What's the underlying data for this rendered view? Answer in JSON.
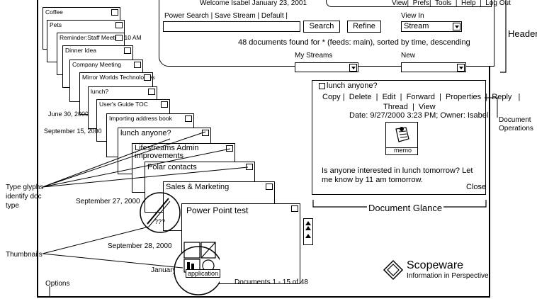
{
  "header": {
    "welcome": "Welcome Isabel   January 23, 2001",
    "top_links": "View|  Prefs|  Tools  |  Help  |  Log Out",
    "search_links": "Power Search | Save Stream | Default |",
    "search_button": "Search",
    "refine_button": "Refine",
    "view_in_label": "View In",
    "view_in_value": "Stream",
    "result_text": "48 documents found for * (feeds: main), sorted by time, descending",
    "my_streams_label": "My Streams",
    "new_label": "New"
  },
  "stack_cards": [
    {
      "title": "Coffee"
    },
    {
      "title": "Pets"
    },
    {
      "title": "Reminder:Staff Meeting 10 AM"
    },
    {
      "title": "Dinner Idea"
    },
    {
      "title": "Company Meeting"
    },
    {
      "title": "Mirror Worlds Technologies"
    },
    {
      "title": "lunch?"
    },
    {
      "title": "User's Guide TOC"
    },
    {
      "title": "Importing address book"
    },
    {
      "title": "lunch anyone?"
    },
    {
      "title": "Lifestreams Admin improvements"
    },
    {
      "title": "Polar contacts"
    },
    {
      "title": "Sales & Marketing"
    },
    {
      "title": "Power Point test"
    }
  ],
  "dates": {
    "d1": "June 30, 2000",
    "d2": "September 15, 2000",
    "d3": "September 27, 2000",
    "d4": "September 28, 2000",
    "d5": "January 19"
  },
  "glance": {
    "title": "lunch anyone?",
    "ops": "Copy |  Delete  |  Edit  |  Forward  |  Properties  |  Reply   |",
    "ops2": "Thread  |  View",
    "meta": "Date: 9/27/2000 3:23 PM; Owner: Isabel",
    "icon_label": "memo",
    "body": "Is anyone interested in lunch tomorrow? Let me know by 11 am tomorrow.",
    "close": "Close"
  },
  "thumb_labels": {
    "qqq": "???",
    "application": "application"
  },
  "footer": {
    "documents": "Documents 1 - 15 of 48",
    "brand": "Scopeware",
    "tagline": "Information in Perspective"
  },
  "annotations": {
    "header": "Header",
    "doc_ops": "Document Operations",
    "doc_glance": "Document Glance",
    "type_glyphs": "Type glyphs identify doc type",
    "thumbnails": "Thumbnails",
    "options": "Options"
  }
}
